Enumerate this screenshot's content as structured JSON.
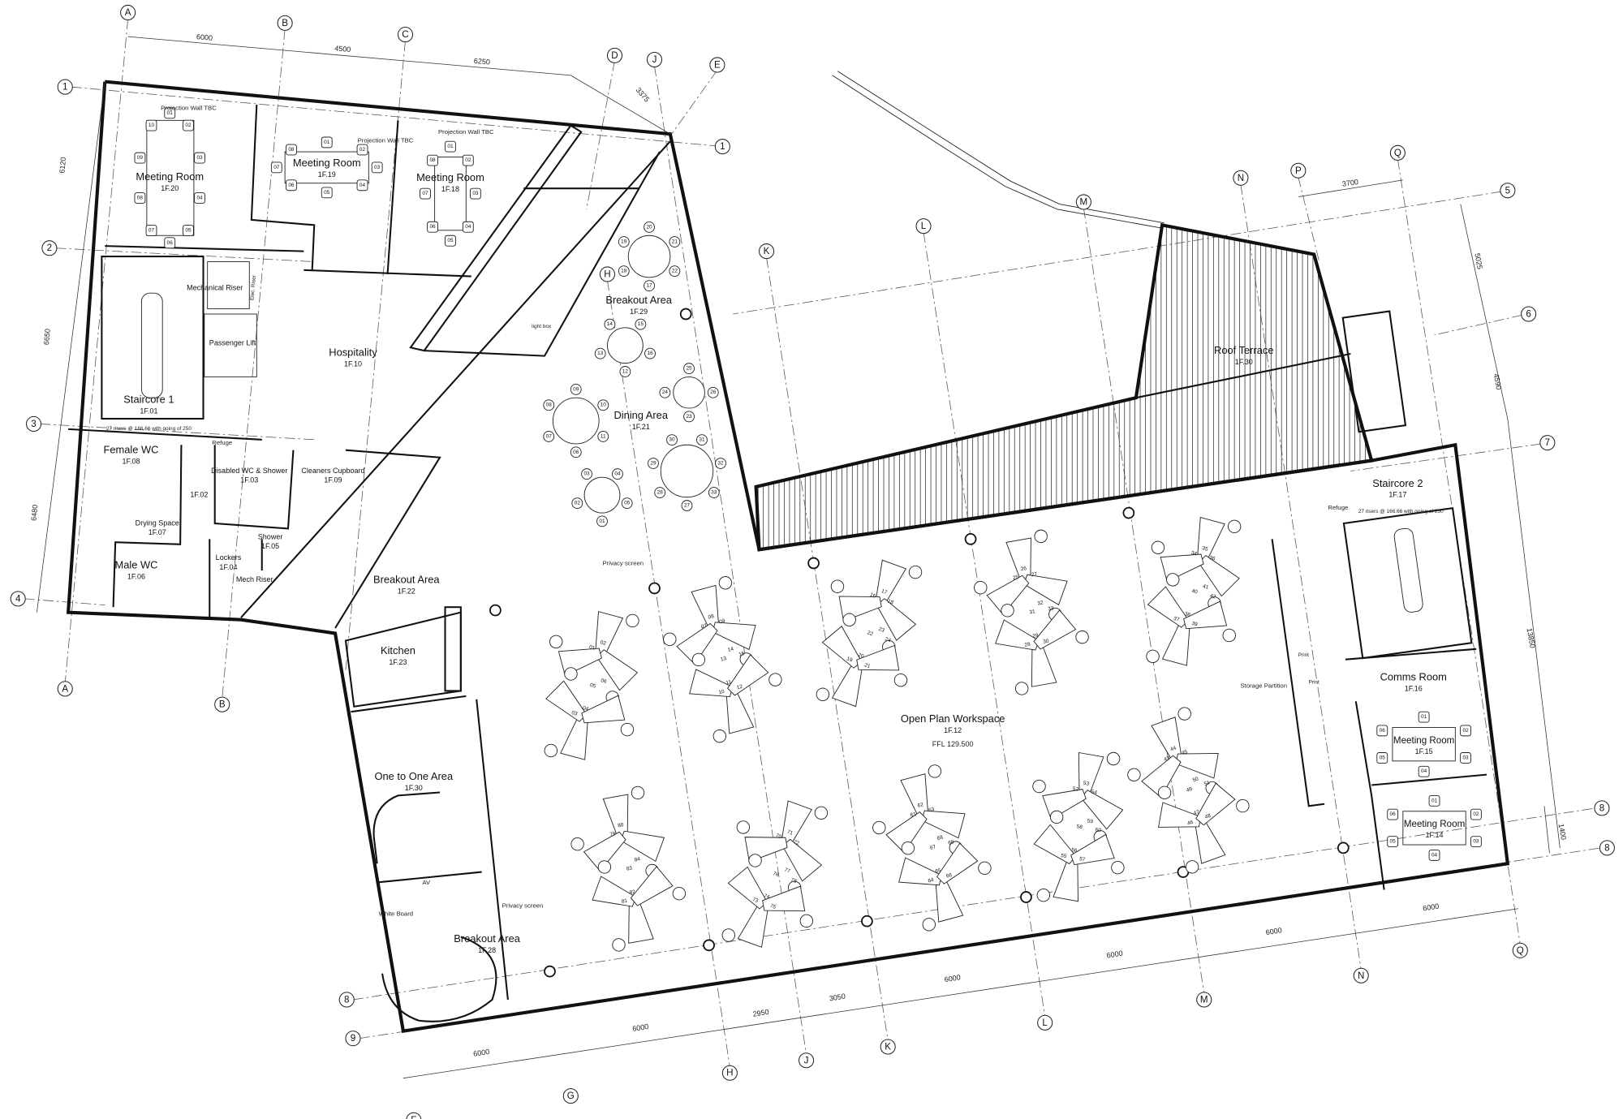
{
  "grid_bubbles": [
    "A",
    "B",
    "C",
    "D",
    "J",
    "E",
    "1",
    "1",
    "2",
    "3",
    "4",
    "H",
    "K",
    "L",
    "M",
    "N",
    "P",
    "Q",
    "5",
    "6",
    "7",
    "8",
    "8",
    "A",
    "B",
    "8",
    "9",
    "F",
    "G",
    "H",
    "J",
    "K",
    "L",
    "M",
    "N",
    "Q"
  ],
  "dimensions": [
    "6000",
    "4500",
    "6250",
    "3375",
    "6120",
    "6650",
    "6480",
    "3700",
    "5025",
    "4590",
    "13850",
    "1400",
    "6000",
    "6000",
    "2950",
    "3050",
    "6000",
    "6000",
    "6000",
    "6000"
  ],
  "rooms": [
    {
      "name": "Meeting Room",
      "code": "1F.20"
    },
    {
      "name": "Meeting Room",
      "code": "1F.19"
    },
    {
      "name": "Meeting Room",
      "code": "1F.18"
    },
    {
      "name": "Hospitality",
      "code": "1F.10"
    },
    {
      "name": "Staircore 1",
      "code": "1F.01"
    },
    {
      "name": "Female WC",
      "code": "1F.08"
    },
    {
      "name": "Disabled WC & Shower",
      "code": "1F.03"
    },
    {
      "name": "Cleaners Cupboard",
      "code": "1F.09"
    },
    {
      "name": "Drying Space",
      "code": "1F.07"
    },
    {
      "name": "Male WC",
      "code": "1F.06"
    },
    {
      "name": "Lockers",
      "code": "1F.04"
    },
    {
      "name": "Shower",
      "code": "1F.05"
    },
    {
      "name": "Breakout Area",
      "code": "1F.22"
    },
    {
      "name": "Kitchen",
      "code": "1F.23"
    },
    {
      "name": "One to One Area",
      "code": "1F.30"
    },
    {
      "name": "Breakout Area",
      "code": "1F.28"
    },
    {
      "name": "Breakout Area",
      "code": "1F.29"
    },
    {
      "name": "Dining Area",
      "code": "1F.21"
    },
    {
      "name": "Open Plan Workspace",
      "code": "1F.12"
    },
    {
      "name": "Roof Terrace",
      "code": "1F.30"
    },
    {
      "name": "Staircore 2",
      "code": "1F.17"
    },
    {
      "name": "Comms Room",
      "code": "1F.16"
    },
    {
      "name": "Meeting Room",
      "code": "1F.15"
    },
    {
      "name": "Meeting Room",
      "code": "1F.14"
    },
    {
      "name": "Passenger Lift",
      "code": ""
    },
    {
      "name": "Mechanical Riser",
      "code": ""
    },
    {
      "name": "Mech Riser",
      "code": ""
    },
    {
      "name": "",
      "code": "1F.02"
    }
  ],
  "notes": [
    "Projection Wall TBC",
    "Projection Wall TBC",
    "Projection Wall TBC",
    "Privacy screen",
    "Privacy screen",
    "Storage Partition",
    "AV",
    "White Board",
    "Refuge",
    "Refuge",
    "Elec. Riser",
    "Print",
    "Print",
    "light box",
    "FFL 129.500",
    "27 risers @ 166.66 with going of 250",
    "27 risers @ 166.66 with going of 250"
  ],
  "workstation_clusters": [
    [
      "01",
      "02",
      "03",
      "04",
      "05",
      "06"
    ],
    [
      "07",
      "08",
      "09",
      "10",
      "11",
      "12",
      "13",
      "14",
      "15"
    ],
    [
      "16",
      "17",
      "18",
      "19",
      "20",
      "21",
      "22",
      "23",
      "24"
    ],
    [
      "25",
      "26",
      "27",
      "28",
      "29",
      "30",
      "31",
      "32",
      "33"
    ],
    [
      "34",
      "35",
      "36",
      "37",
      "38",
      "39",
      "40",
      "41",
      "42"
    ],
    [
      "43",
      "44",
      "45",
      "46",
      "47",
      "48",
      "49",
      "50",
      "51"
    ],
    [
      "52",
      "53",
      "54",
      "55",
      "56",
      "57",
      "58",
      "59",
      "60"
    ],
    [
      "61",
      "62",
      "63",
      "64",
      "65",
      "66",
      "67",
      "68",
      "69"
    ],
    [
      "70",
      "71",
      "72",
      "73",
      "74",
      "75",
      "76",
      "77",
      "78"
    ],
    [
      "79",
      "80",
      "81",
      "82",
      "83",
      "84"
    ]
  ],
  "dining_tables": [
    [
      "17",
      "18",
      "19",
      "20",
      "21",
      "22"
    ],
    [
      "12",
      "13",
      "14",
      "15",
      "16"
    ],
    [
      "06",
      "07",
      "08",
      "09",
      "10",
      "11"
    ],
    [
      "23",
      "24",
      "25",
      "26"
    ],
    [
      "27",
      "28",
      "29",
      "30",
      "31",
      "32",
      "33"
    ],
    [
      "01",
      "02",
      "03",
      "04",
      "05"
    ]
  ],
  "meeting_tables": [
    [
      "01",
      "02",
      "03",
      "04",
      "05",
      "06",
      "07",
      "08",
      "09",
      "10"
    ],
    [
      "01",
      "02",
      "03",
      "04",
      "05",
      "06",
      "07",
      "08"
    ],
    [
      "01",
      "02",
      "03",
      "04",
      "05",
      "06",
      "07",
      "08"
    ],
    [
      "01",
      "02",
      "03",
      "04",
      "05",
      "06"
    ],
    [
      "01",
      "02",
      "03",
      "04",
      "05",
      "06"
    ]
  ]
}
